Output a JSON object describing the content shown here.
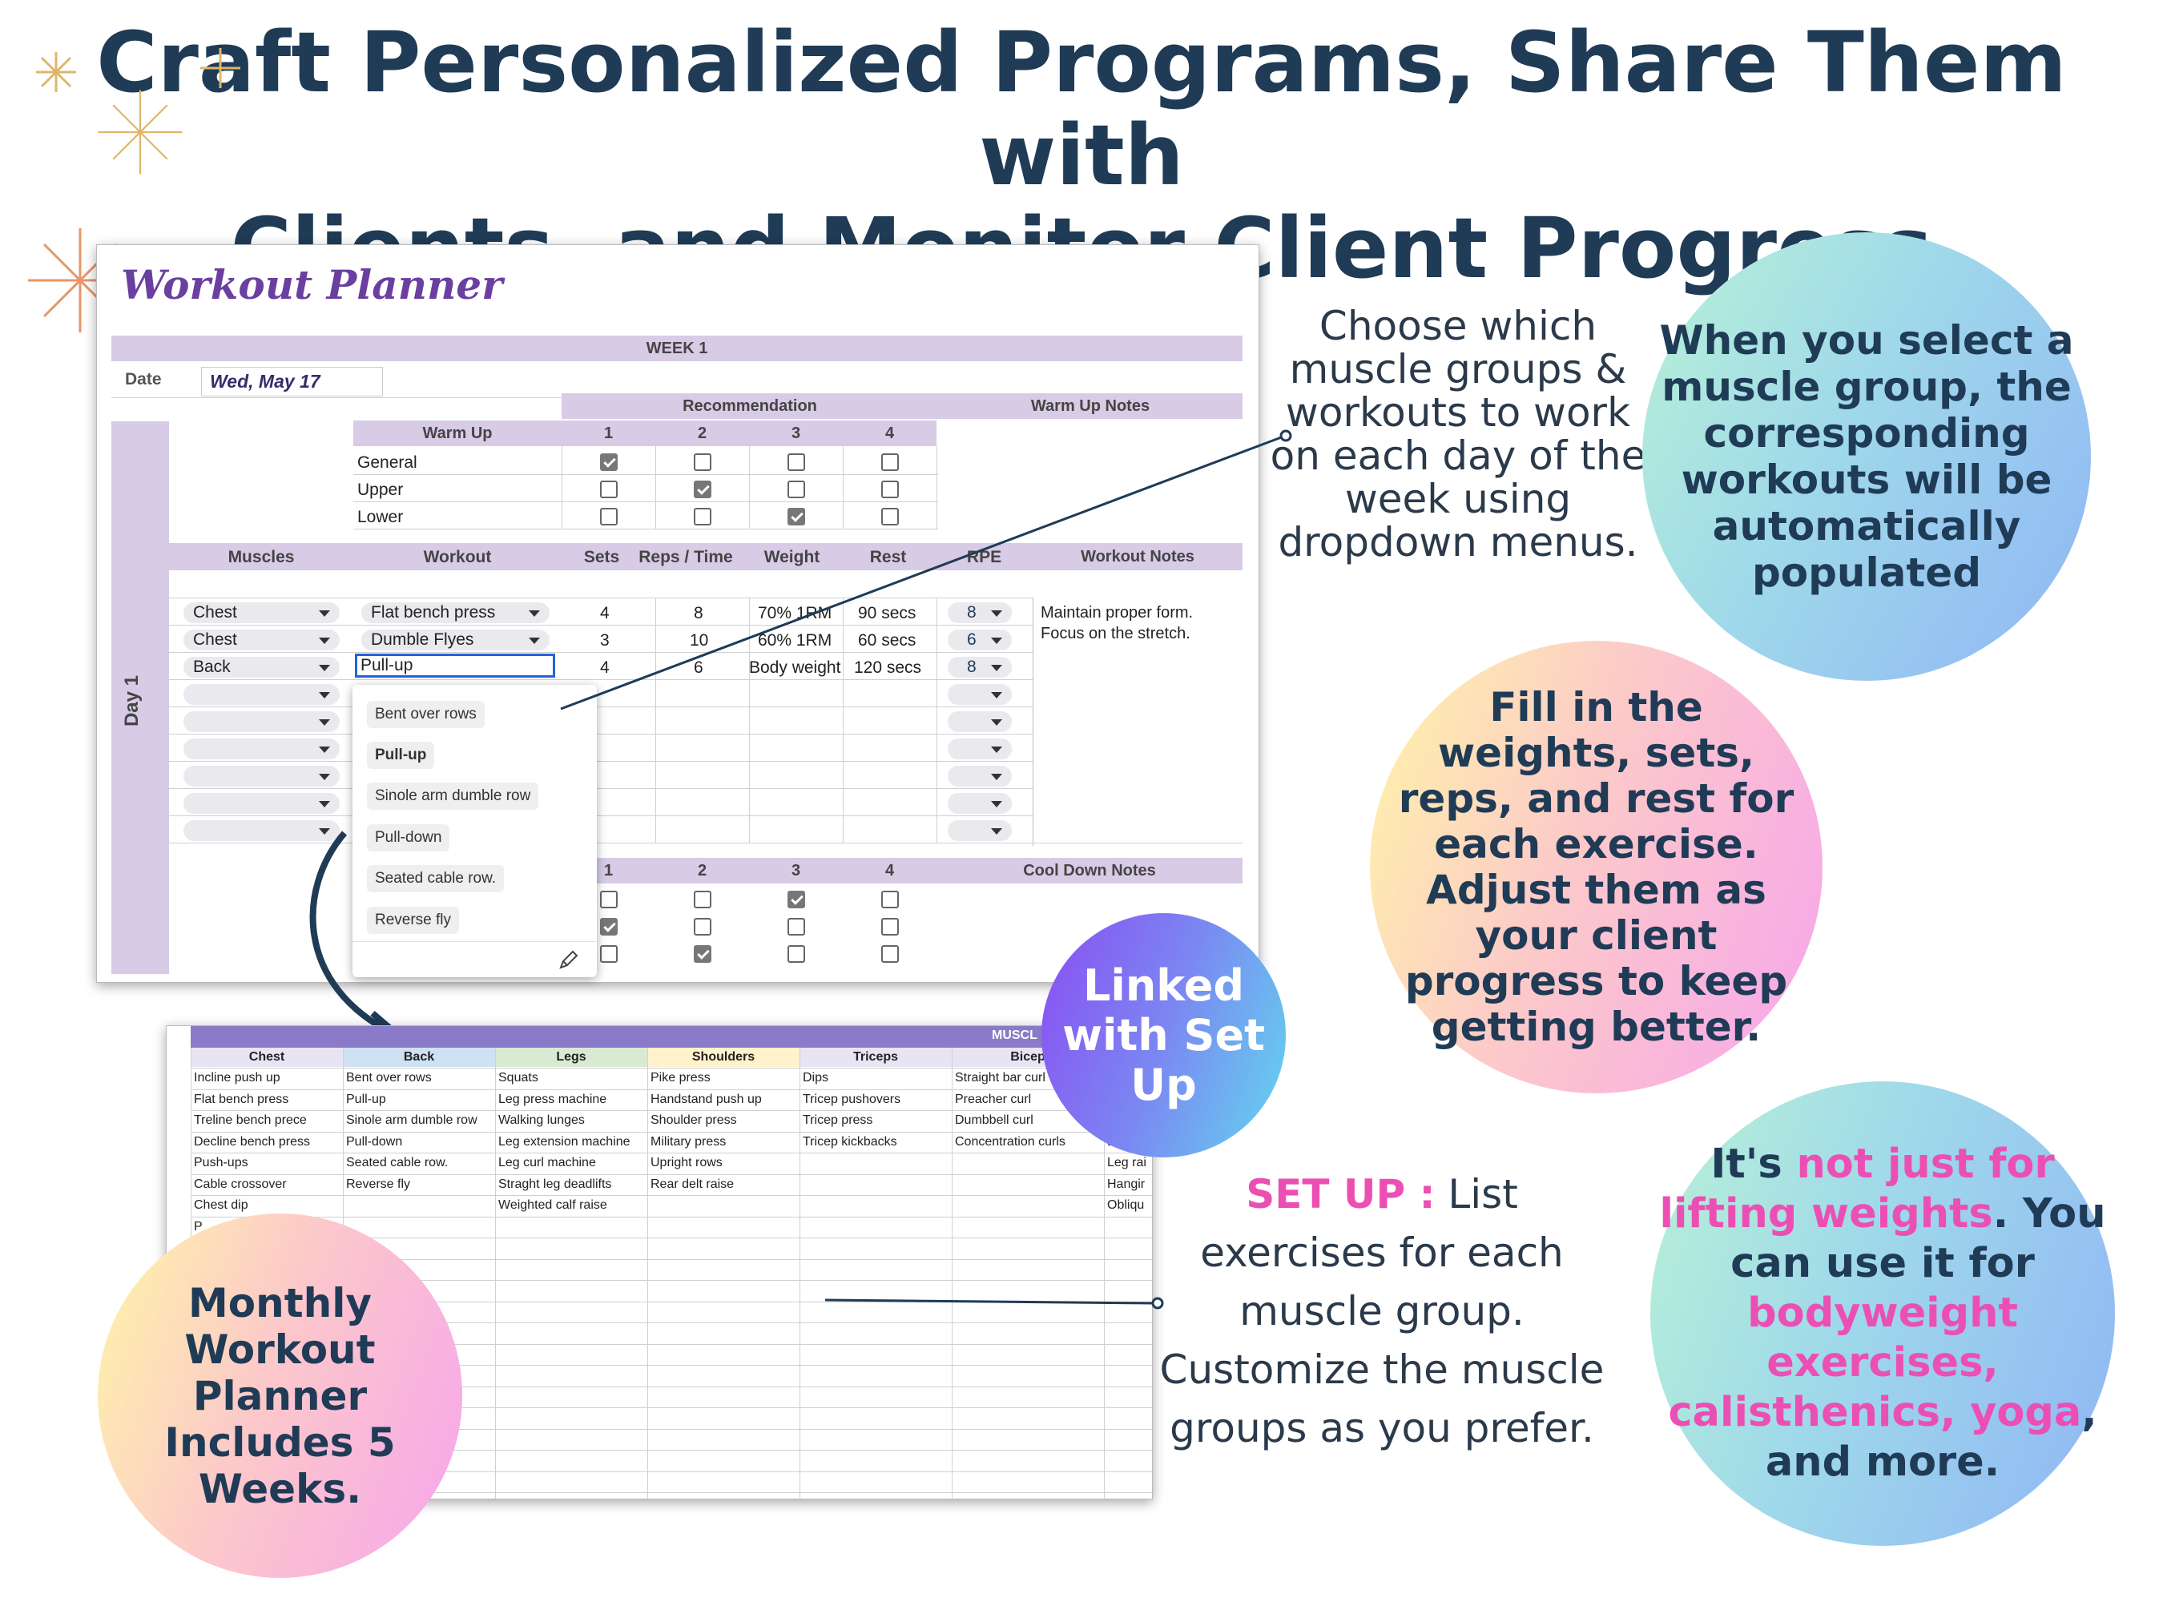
{
  "headline": {
    "line1": "Craft Personalized Programs, Share Them with",
    "line2": "Clients, and Monitor Client Progress"
  },
  "planner": {
    "title": "Workout Planner",
    "week": "WEEK 1",
    "date_label": "Date",
    "date_value": "Wed, May 17",
    "day_label": "Day 1",
    "recommendation_label": "Recommendation",
    "warmup_notes_label": "Warm Up Notes",
    "warmup_label": "Warm Up",
    "columns_num": [
      "1",
      "2",
      "3",
      "4"
    ],
    "warmup_rows": [
      {
        "label": "General",
        "checks": [
          true,
          false,
          false,
          false
        ]
      },
      {
        "label": "Upper",
        "checks": [
          false,
          true,
          false,
          false
        ]
      },
      {
        "label": "Lower",
        "checks": [
          false,
          false,
          true,
          false
        ]
      }
    ],
    "table_headers": {
      "muscles": "Muscles",
      "workout": "Workout",
      "sets": "Sets",
      "reps": "Reps / Time",
      "weight": "Weight",
      "rest": "Rest",
      "rpe": "RPE",
      "notes": "Workout Notes"
    },
    "rows": [
      {
        "muscle": "Chest",
        "workout": "Flat bench press",
        "sets": "4",
        "reps": "8",
        "weight": "70% 1RM",
        "rest": "90 secs",
        "rpe": "8"
      },
      {
        "muscle": "Chest",
        "workout": "Dumble Flyes",
        "sets": "3",
        "reps": "10",
        "weight": "60% 1RM",
        "rest": "60 secs",
        "rpe": "6"
      },
      {
        "muscle": "Back",
        "workout": "Pull-up",
        "sets": "4",
        "reps": "6",
        "weight": "Body weight",
        "rest": "120 secs",
        "rpe": "8"
      }
    ],
    "workout_notes_line1": "Maintain proper form.",
    "workout_notes_line2": "Focus on the stretch.",
    "dropdown_items": [
      "Bent over rows",
      "Pull-up",
      "Sinole arm dumble row",
      "Pull-down",
      "Seated cable row.",
      "Reverse fly"
    ],
    "cooldown_notes_label": "Cool Down Notes",
    "cooldown_rows": [
      [
        false,
        false,
        true,
        false
      ],
      [
        true,
        false,
        false,
        false
      ],
      [
        false,
        true,
        false,
        false
      ]
    ]
  },
  "setup_sheet": {
    "banner": "MUSCL",
    "columns": [
      {
        "name": "Chest",
        "color": "#e8e4f4",
        "items": [
          "Incline push up",
          "Flat bench press",
          "Treline bench prece",
          "Decline bench press",
          "Push-ups",
          "Cable crossover",
          "Chest dip",
          "P"
        ]
      },
      {
        "name": "Back",
        "color": "#cfe2f3",
        "items": [
          "Bent over rows",
          "Pull-up",
          "Sinole arm dumble row",
          "Pull-down",
          "Seated cable row.",
          "Reverse fly"
        ]
      },
      {
        "name": "Legs",
        "color": "#d9ead3",
        "items": [
          "Squats",
          "Leg press machine",
          "Walking lunges",
          "Leg extension machine",
          "Leg curl machine",
          "Straght leg deadlifts",
          "Weighted calf raise"
        ]
      },
      {
        "name": "Shoulders",
        "color": "#fff2cc",
        "items": [
          "Pike press",
          "Handstand push up",
          "Shoulder press",
          "Military press",
          "Upright rows",
          "Rear delt raise"
        ]
      },
      {
        "name": "Triceps",
        "color": "#e8e4f4",
        "items": [
          "Dips",
          "Tricep pushovers",
          "Tricep press",
          "Tricep kickbacks"
        ]
      },
      {
        "name": "Bicep",
        "color": "#e8e4f4",
        "items": [
          "Straight bar curl",
          "Preacher curl",
          "Dumbbell curl",
          "Concentration curls"
        ]
      },
      {
        "name": "",
        "color": "#e8e4f4",
        "items": [
          "",
          "",
          "",
          "Bi",
          "Leg rai",
          "Hangir",
          "Obliqu"
        ]
      }
    ]
  },
  "callouts": {
    "choose": [
      "Choose which",
      "muscle groups &",
      "workouts to work",
      "on each day of the",
      "week using",
      "dropdown menus."
    ],
    "setup_prefix": "SET UP :",
    "setup_lines": [
      " List",
      "exercises for each",
      "muscle group.",
      "Customize the muscle",
      "groups as you prefer."
    ]
  },
  "circles": {
    "select": [
      "When you select a",
      "muscle group, the",
      "corresponding",
      "workouts will be",
      "automatically",
      "populated"
    ],
    "fill": [
      "Fill in the",
      "weights, sets,",
      "reps, and rest for",
      "each exercise.",
      "Adjust them as",
      "your client",
      "progress to keep",
      "getting better."
    ],
    "linked": [
      "Linked",
      "with Set",
      "Up"
    ],
    "monthly": [
      "Monthly",
      "Workout",
      "Planner",
      "Includes 5",
      "Weeks."
    ],
    "notjust": {
      "a": "It's ",
      "b": "not just for",
      "c": "lifting weights",
      "d": ". You",
      "e": "can use it for",
      "f": "bodyweight",
      "g": "exercises,",
      "h": "calisthenics, yoga",
      "i": ",",
      "j": "and more."
    }
  },
  "colors": {
    "navy": "#1f3b56",
    "purple_band": "#d7cbe6",
    "pink": "#ec4fb3",
    "title_purple": "#6a3fa0"
  }
}
